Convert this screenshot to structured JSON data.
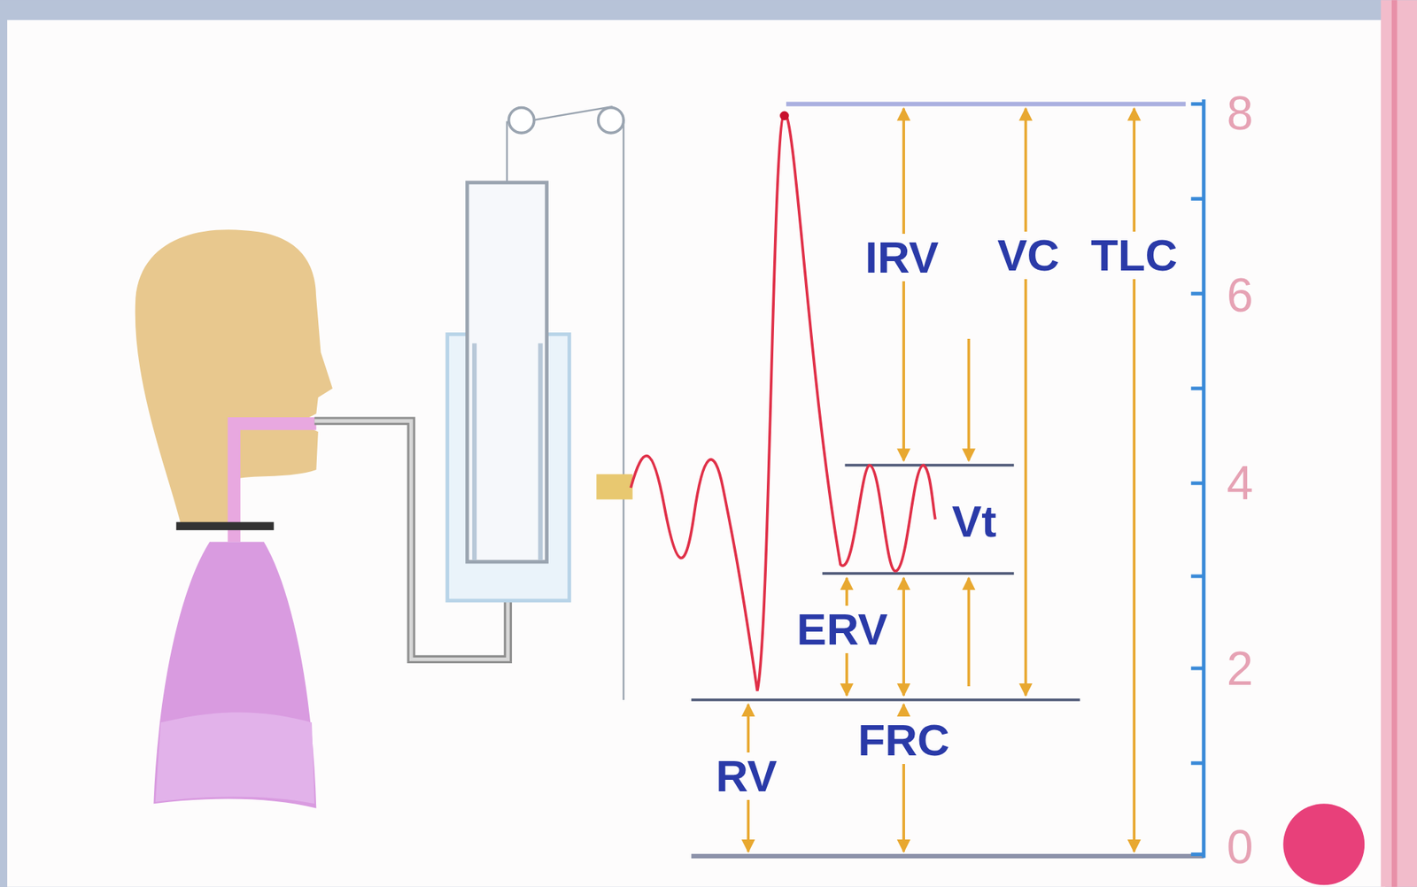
{
  "diagram": {
    "labels": [
      "8",
      "IRV",
      "VC",
      "TLC",
      "6",
      "4",
      "Vt",
      "ERV",
      "2",
      "FRC",
      "RV",
      "0"
    ]
  }
}
